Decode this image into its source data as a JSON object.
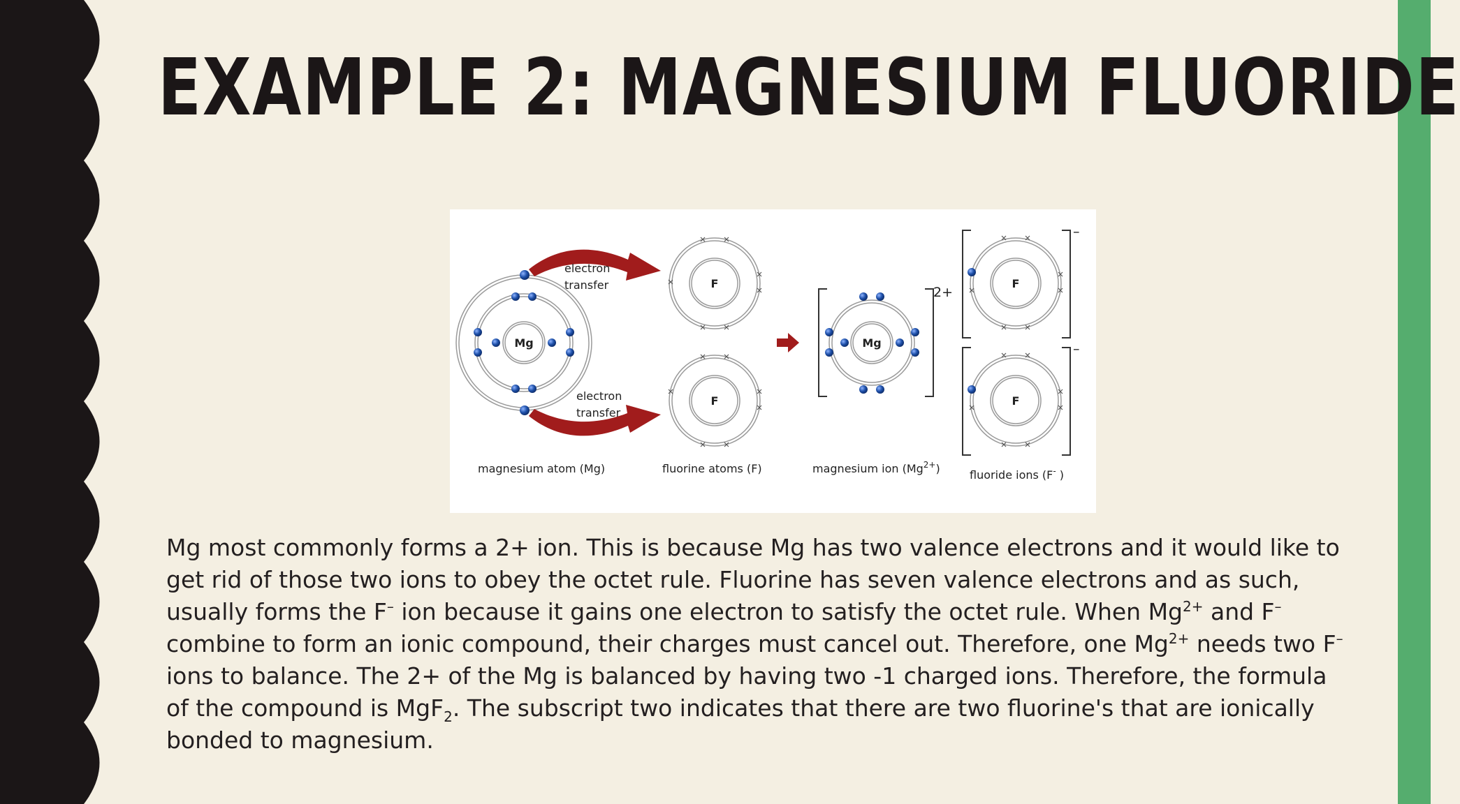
{
  "title": "EXAMPLE 2: MAGNESIUM FLUORIDE",
  "diagram": {
    "atom_mg": "Mg",
    "atom_f": "F",
    "arrow_label_top_1": "electron",
    "arrow_label_top_2": "transfer",
    "arrow_label_bottom_1": "electron",
    "arrow_label_bottom_2": "transfer",
    "mg_ion_charge": "2+",
    "f_ion_charge": "–",
    "caption_mg_atom": "magnesium atom (Mg)",
    "caption_f_atoms": "fluorine atoms (F)",
    "caption_mg_ion_prefix": "magnesium ion (Mg",
    "caption_mg_ion_sup": "2+",
    "caption_mg_ion_suffix": ")",
    "caption_f_ions_prefix": "fluoride ions (F",
    "caption_f_ions_sup": "-",
    "caption_f_ions_suffix": " )",
    "colors": {
      "electron": "#1d4fa8",
      "arrow": "#a11c1c",
      "shell": "#9a9a9a"
    }
  },
  "body": {
    "t1": "Mg most commonly forms a 2+ ion. This is because Mg has two valence electrons and it would like to get rid of those two ions to obey the octet rule. Fluorine has seven valence electrons and as such, usually forms the F",
    "s1": "–",
    "t2": " ion because it gains one electron to satisfy the octet rule. When Mg",
    "s2": "2+",
    "t3": " and F",
    "s3": "–",
    "t4": " combine to form an ionic compound, their charges must cancel out. Therefore, one Mg",
    "s4": "2+",
    "t5": " needs two F",
    "s5": "–",
    "t6": " ions to balance. The 2+ of the Mg is balanced by having two -1 charged ions. Therefore, the formula of the compound is MgF",
    "sub1": "2",
    "t7": ". The subscript two indicates that there are two fluorine's that are ionically bonded to magnesium."
  }
}
